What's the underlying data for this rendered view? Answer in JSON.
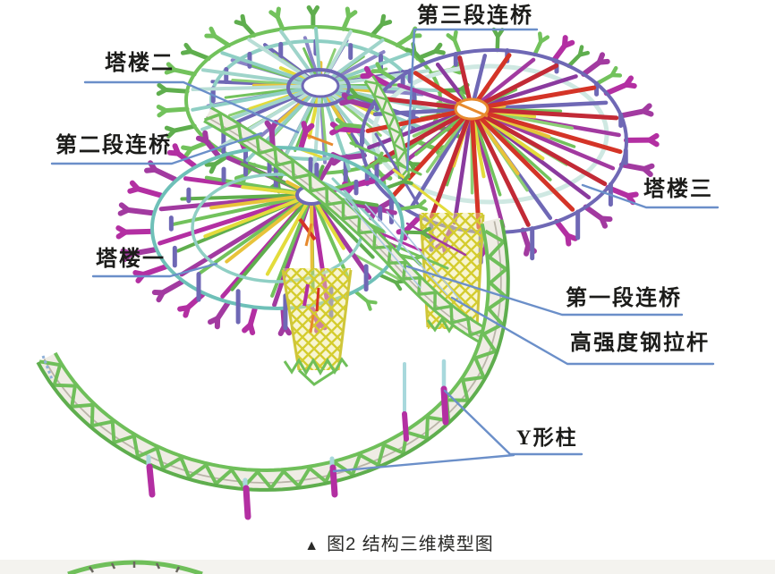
{
  "figure": {
    "caption_marker": "▲",
    "caption_text": "图2  结构三维模型图",
    "labels": {
      "tower2": "塔楼二",
      "bridge3": "第三段连桥",
      "bridge2": "第二段连桥",
      "tower3": "塔楼三",
      "tower1": "塔楼一",
      "bridge1": "第一段连桥",
      "tie_rod": "高强度钢拉杆",
      "y_column": "Y形柱"
    },
    "colors": {
      "leader_blue": "#6b8fc9",
      "green": "#6fbf5a",
      "yellow": "#ddd53e",
      "magenta": "#b32fa2",
      "red": "#d43427",
      "purple": "#6f68b5",
      "teal": "#8fcfc4",
      "deck_ivory": "#efece4",
      "label_text": "#1c1c1a",
      "footer_bg": "#f4f3ef"
    }
  }
}
